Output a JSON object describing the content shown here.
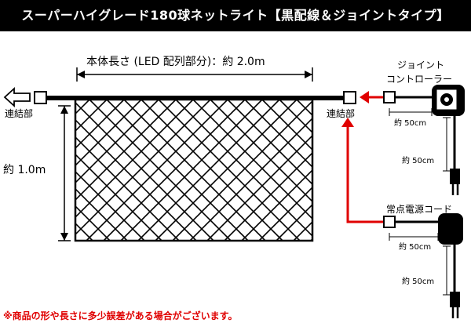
{
  "title": "スーパーハイグレード180球ネットライト【黒配線＆ジョイントタイプ】",
  "width_label": "本体長さ (LED 配列部分)：約 2.0m",
  "height_label": "約 1.0m",
  "connector_left": "連結部",
  "connector_right": "連結部",
  "controller_line1": "ジョイント",
  "controller_line2": "コントローラー",
  "controller_dim_h": "約 50cm",
  "controller_dim_v": "約 50cm",
  "power_cord_label": "常点電源コード",
  "power_dim_h": "約 50cm",
  "power_dim_v": "約 50cm",
  "note": "※商品の形や長さに多少誤差がある場合がございます。",
  "colors": {
    "accent_red": "#e00000",
    "title_bg": "#000000"
  }
}
